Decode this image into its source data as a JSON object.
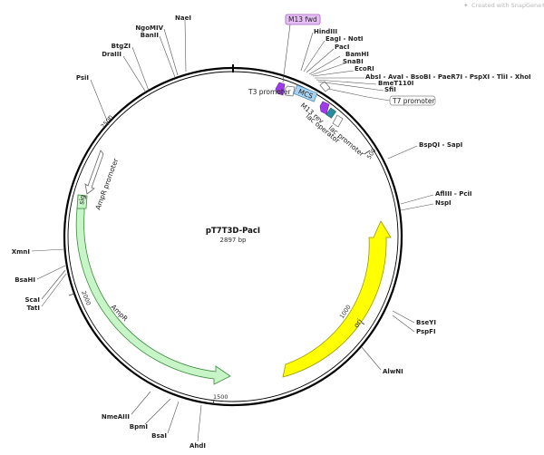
{
  "credit": "Created with SnapGene®",
  "plasmid": {
    "name": "pT7T3D-PacI",
    "length": "2897 bp"
  },
  "ticks": [
    "500",
    "1000",
    "1500",
    "2000",
    "2500"
  ],
  "features": [
    {
      "label": "M13 fwd",
      "color": "#c283e8",
      "boxed": true
    },
    {
      "label": "T3 promoter",
      "color": "#ffffff"
    },
    {
      "label": "MCS",
      "color": "#a8d2f0"
    },
    {
      "label": "M13 rev",
      "color": "#9d3ce6"
    },
    {
      "label": "lac operator",
      "color": "#2a8c9e"
    },
    {
      "label": "lac promoter",
      "color": "#ffffff"
    },
    {
      "label": "T7 promoter",
      "color": "#ffffff",
      "boxed": true
    },
    {
      "label": "ori",
      "color": "#ffff00"
    },
    {
      "label": "AmpR",
      "color": "#c8f5c8"
    },
    {
      "label": "AmpR promoter",
      "color": "#ffffff"
    },
    {
      "label": "sig",
      "color": "#c8f5c8"
    }
  ],
  "enzymes": [
    {
      "name": "HindIII"
    },
    {
      "name": "EagI - NotI"
    },
    {
      "name": "PacI"
    },
    {
      "name": "BamHI"
    },
    {
      "name": "SnaBI"
    },
    {
      "name": "EcoRI"
    },
    {
      "name": "AbsI - AvaI - BsoBI - PaeR7I - PspXI - TliI - XhoI"
    },
    {
      "name": "BmeT110I"
    },
    {
      "name": "SfiI"
    },
    {
      "name": "BspQI - SapI"
    },
    {
      "name": "AflIII - PciI"
    },
    {
      "name": "NspI"
    },
    {
      "name": "BseYI"
    },
    {
      "name": "PspFI"
    },
    {
      "name": "AlwNI"
    },
    {
      "name": "AhdI"
    },
    {
      "name": "BsaI"
    },
    {
      "name": "BpmI"
    },
    {
      "name": "NmeAIII"
    },
    {
      "name": "TatI"
    },
    {
      "name": "ScaI"
    },
    {
      "name": "BsaHI"
    },
    {
      "name": "XmnI"
    },
    {
      "name": "PsiI"
    },
    {
      "name": "DraIII"
    },
    {
      "name": "BtgZI"
    },
    {
      "name": "BanII"
    },
    {
      "name": "NgoMIV"
    },
    {
      "name": "NaeI"
    }
  ]
}
